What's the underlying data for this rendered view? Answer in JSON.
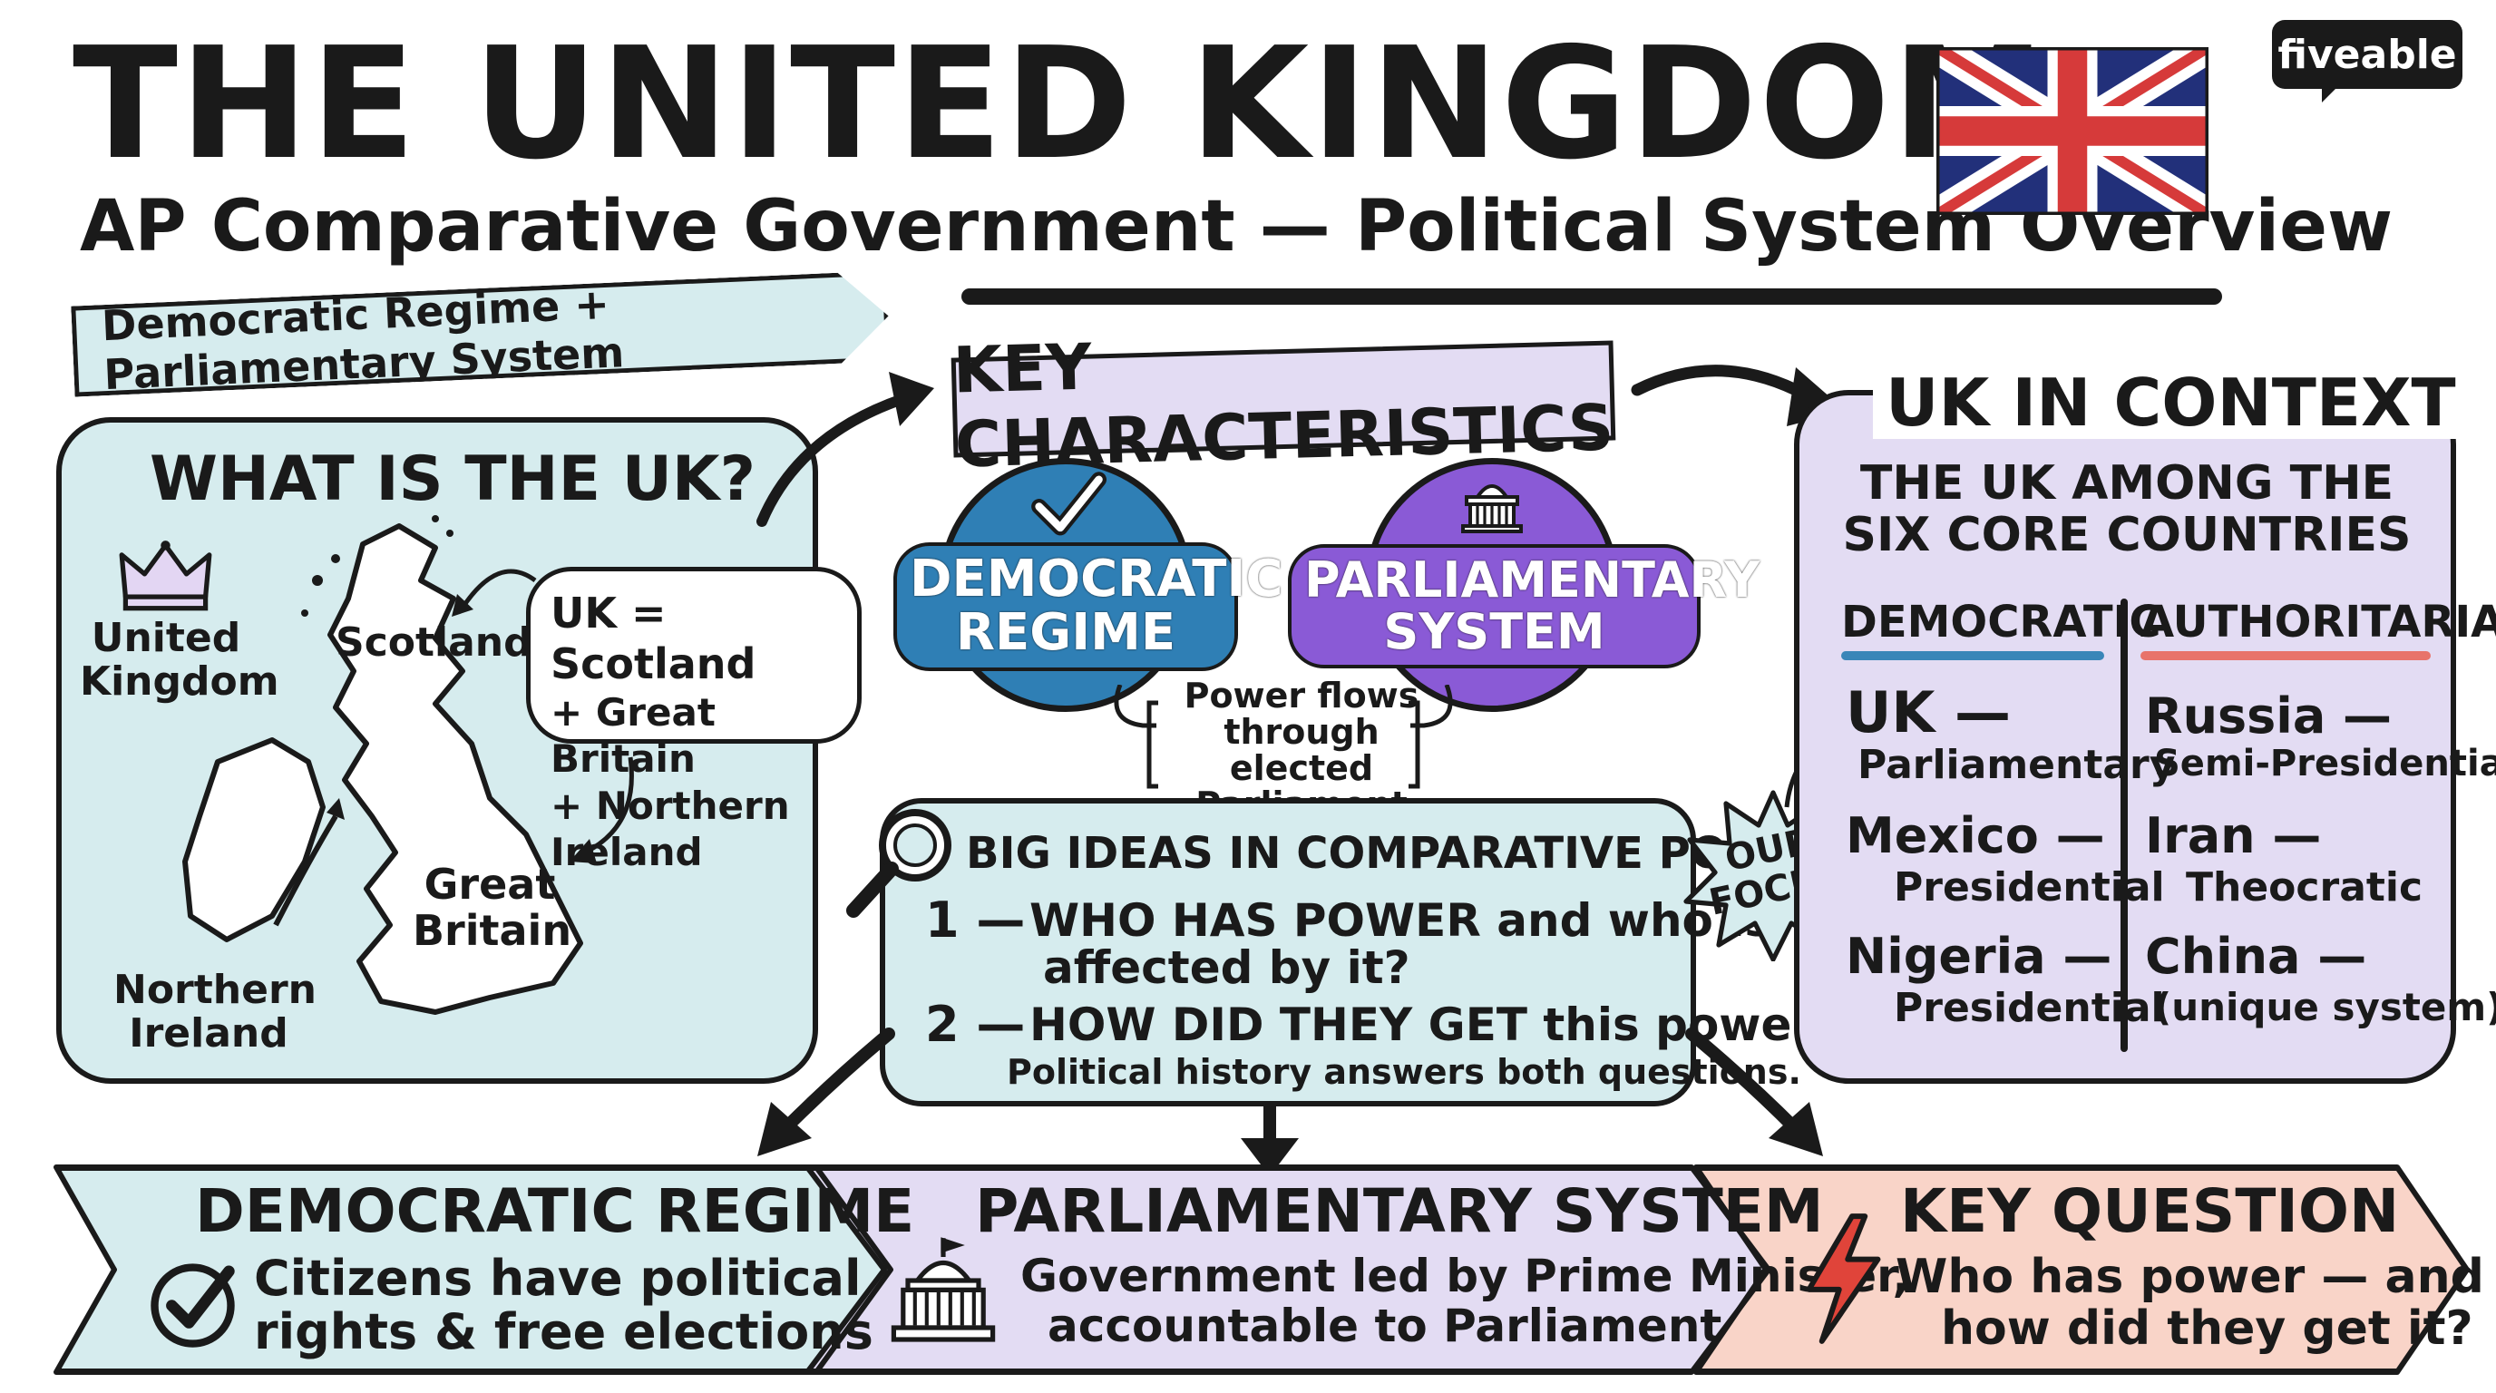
{
  "header": {
    "title": "THE UNITED KINGDOM",
    "subtitle": "AP Comparative Government — Political System Overview",
    "logo": "fiveable"
  },
  "ribbon": {
    "text": "Democratic Regime + Parliamentary System"
  },
  "what_is_uk": {
    "heading": "WHAT IS THE UK?",
    "label_uk_line1": "United",
    "label_uk_line2": "Kingdom",
    "label_scotland": "Scotland",
    "label_gb_line1": "Great",
    "label_gb_line2": "Britain",
    "label_ni_line1": "Northern",
    "label_ni_line2": "Ireland",
    "bubble_line1": "UK = Scotland",
    "bubble_line2": "+ Great Britain",
    "bubble_line3": "+ Northern Ireland"
  },
  "key_characteristics": {
    "heading": "KEY CHARACTERISTICS",
    "democratic_line1": "DEMOCRATIC",
    "democratic_line2": "REGIME",
    "parliamentary_line1": "PARLIAMENTARY",
    "parliamentary_line2": "SYSTEM",
    "note_line1": "Power flows",
    "note_line2": "through elected",
    "note_line3": "Parliament"
  },
  "big_ideas": {
    "heading": "BIG IDEAS IN COMPARATIVE POLITICS",
    "q1_num": "1 —",
    "q1_line1": "WHO HAS POWER and who is",
    "q1_line2": "affected by it?",
    "q2_num": "2 —",
    "q2_line1": "HOW DID THEY GET this power?",
    "footer": "Political history answers both questions.",
    "starburst_line1": "OUR",
    "starburst_line2": "FOCUS"
  },
  "uk_in_context": {
    "heading": "UK IN CONTEXT",
    "sub_line1": "THE UK AMONG THE",
    "sub_line2": "SIX CORE COUNTRIES",
    "democratic_header": "DEMOCRATIC",
    "authoritarian_header": "AUTHORITARIAN",
    "democratic": [
      {
        "country": "UK —",
        "system": "Parliamentary"
      },
      {
        "country": "Mexico —",
        "system": "Presidential"
      },
      {
        "country": "Nigeria —",
        "system": "Presidential"
      }
    ],
    "authoritarian": [
      {
        "country": "Russia —",
        "system": "Semi-Presidential"
      },
      {
        "country": "Iran —",
        "system": "Theocratic"
      },
      {
        "country": "China —",
        "system": "(unique system)"
      }
    ]
  },
  "bottom": {
    "democratic_title": "DEMOCRATIC REGIME",
    "democratic_line1": "Citizens have political",
    "democratic_line2": "rights & free elections",
    "parliamentary_title": "PARLIAMENTARY SYSTEM",
    "parliamentary_line1": "Government led by Prime Minister,",
    "parliamentary_line2": "accountable to Parliament",
    "key_title": "KEY QUESTION",
    "key_line1": "Who has power — and",
    "key_line2": "how did they get it?"
  },
  "colors": {
    "teal_panel": "#d6ecee",
    "lavender_panel": "#e3dcf3",
    "peach_panel": "#f9d4c8",
    "blue_circle": "#2f7fb5",
    "purple_circle": "#8a5ad6",
    "underline_blue": "#3a86b8",
    "underline_red": "#e8736a",
    "lightning": "#e0443a",
    "flag_blue": "#22307a",
    "flag_red": "#d63a3a"
  }
}
